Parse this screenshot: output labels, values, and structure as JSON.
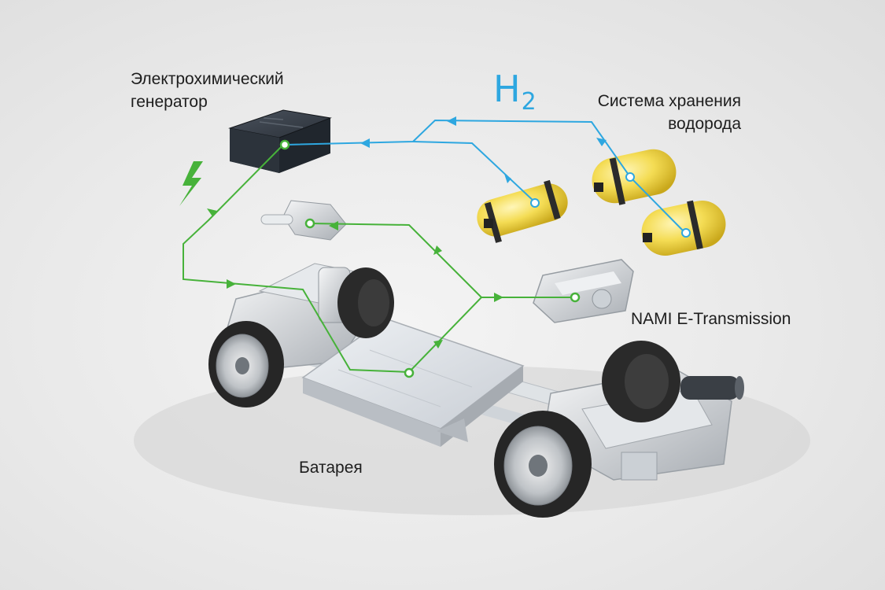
{
  "labels": {
    "generator_line1": "Электрохимический",
    "generator_line2": "генератор",
    "storage_line1": "Система хранения",
    "storage_line2": "водорода",
    "h2_symbol": "H",
    "h2_subscript": "2",
    "transmission": "NAMI E-Transmission",
    "battery": "Батарея"
  },
  "colors": {
    "hydrogen_line": "#2ea7e0",
    "electric_line": "#47b23a",
    "tank": "#f2d64c",
    "generator_box": "#2f3640",
    "battery": "#d9dde2",
    "tire": "#2a2a2a"
  },
  "icons": {
    "electric": "lightning-bolt-icon"
  }
}
